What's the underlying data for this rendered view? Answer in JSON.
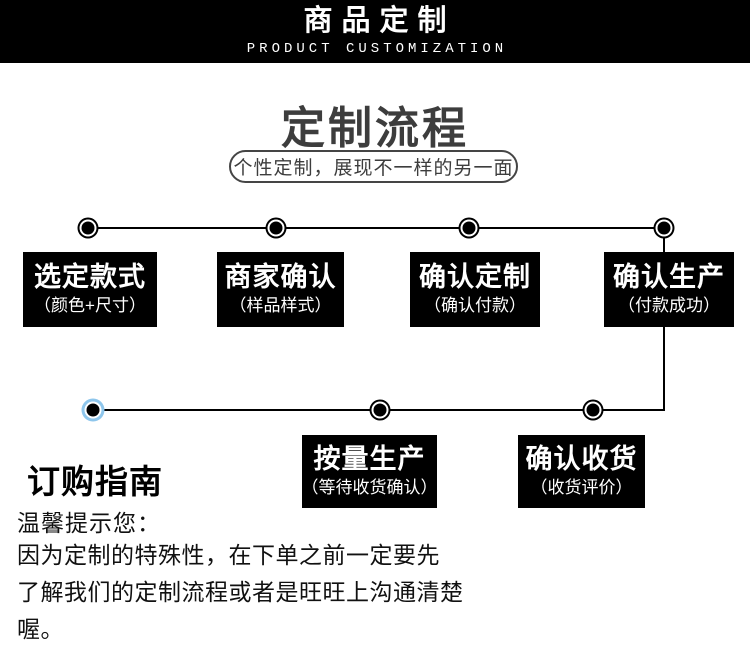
{
  "banner": {
    "title": "商品定制",
    "subtitle": "PRODUCT CUSTOMIZATION"
  },
  "process": {
    "title": "定制流程",
    "tagline": "个性定制，展现不一样的另一面",
    "row1": [
      {
        "label": "选定款式",
        "sub": "（颜色+尺寸）"
      },
      {
        "label": "商家确认",
        "sub": "（样品样式）"
      },
      {
        "label": "确认定制",
        "sub": "（确认付款）"
      },
      {
        "label": "确认生产",
        "sub": "（付款成功）"
      }
    ],
    "row2": [
      {
        "label": "按量生产",
        "sub": "（等待收货确认）"
      },
      {
        "label": "确认收货",
        "sub": "（收货评价）"
      }
    ]
  },
  "guide": {
    "title": "订购指南",
    "intro": "温馨提示您：",
    "lines": [
      "因为定制的特殊性，在下单之前一定要先",
      "了解我们的定制流程或者是旺旺上沟通清楚",
      "喔。"
    ]
  },
  "colors": {
    "box_background": "#000000",
    "title_gray": "#3d3d3d",
    "highlight_dot_ring": "#8ec6ec"
  }
}
